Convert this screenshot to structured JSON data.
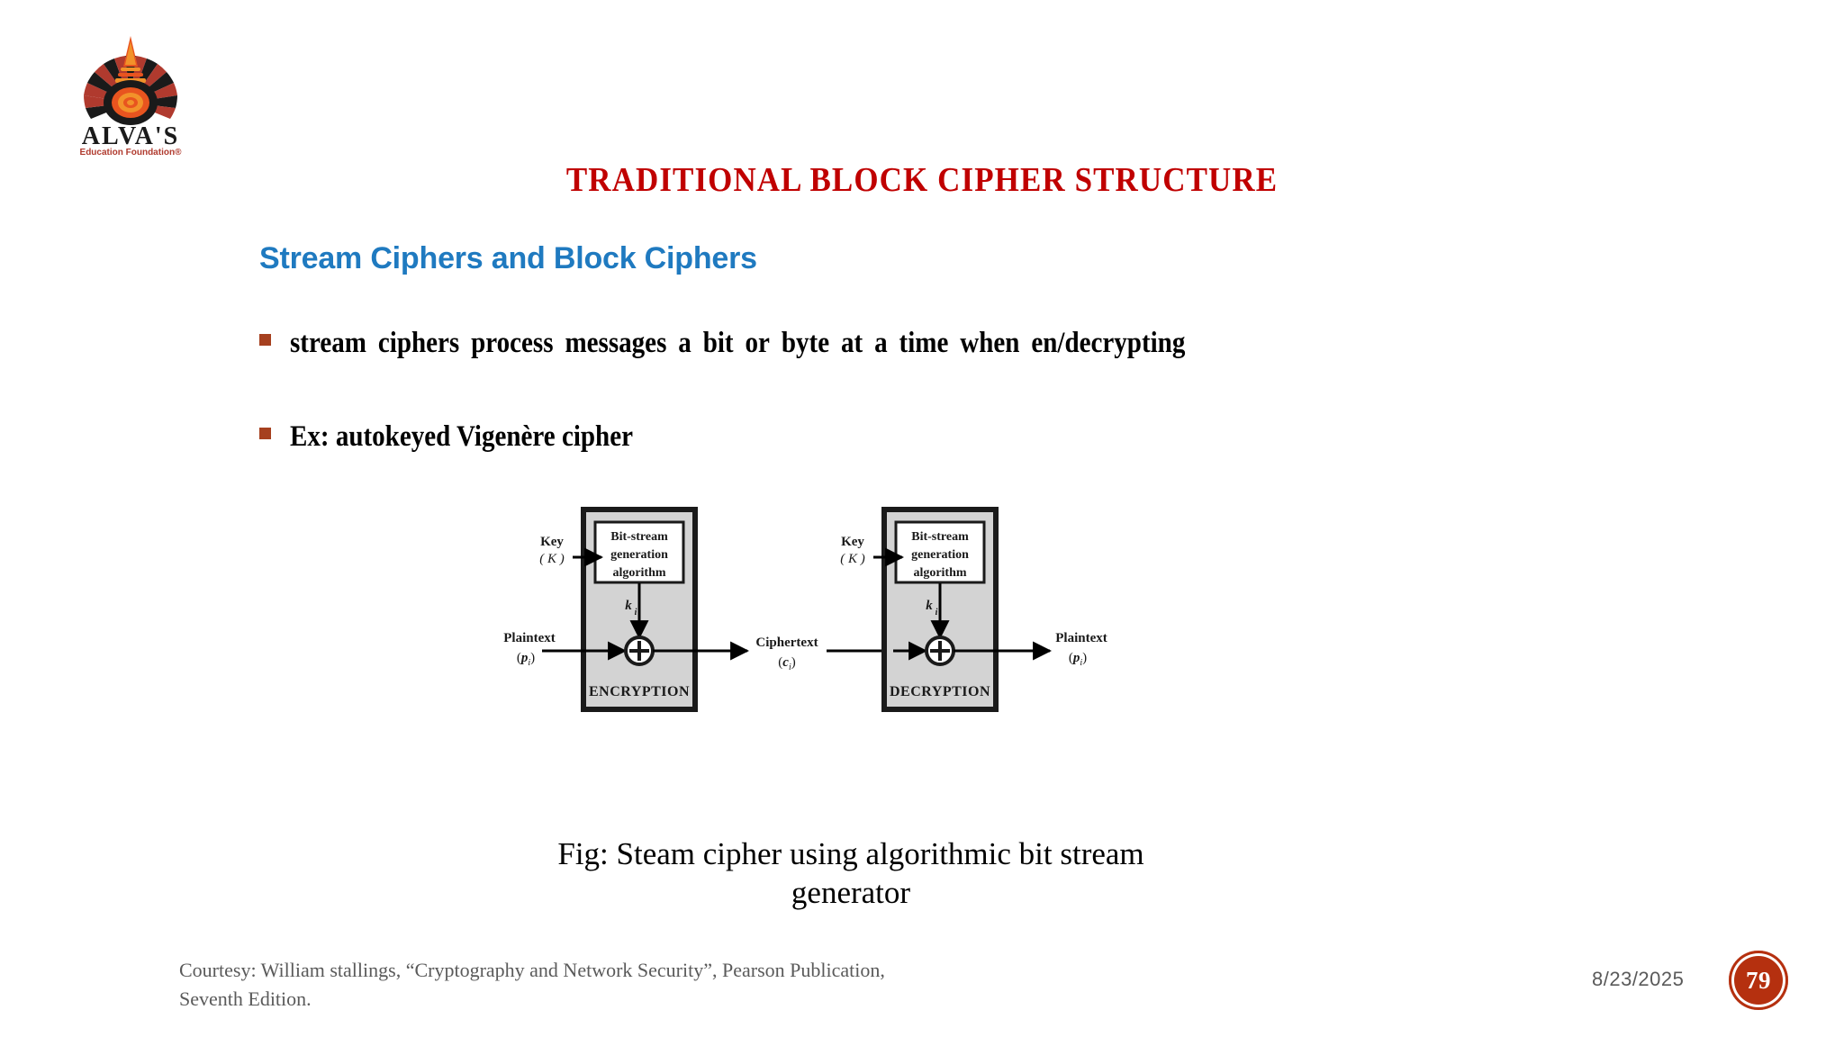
{
  "logo": {
    "name": "alvas-education-foundation-logo",
    "word": "ALVA'S",
    "tagline": "Education Foundation®",
    "colors": {
      "flame_orange": "#f2922a",
      "deep_red": "#b03a2e",
      "dark": "#1a1a1a",
      "word_color": "#1a1a1a",
      "tagline_color": "#b03a2e"
    }
  },
  "title": {
    "text": "TRADITIONAL BLOCK CIPHER STRUCTURE",
    "color": "#c00000"
  },
  "subheading": {
    "text": "Stream Ciphers and Block Ciphers",
    "color": "#1f7ac0"
  },
  "bullets": [
    {
      "marker_color": "#a6401f",
      "text": "stream ciphers process messages a bit or byte at a time when en/decrypting",
      "words": [
        "stream",
        "ciphers",
        "process",
        "messages",
        "a",
        "bit",
        "or",
        "byte",
        "at",
        "a",
        "time",
        "when",
        "en/decrypting"
      ]
    },
    {
      "marker_color": "#a6401f",
      "text": "Ex: autokeyed Vigenère cipher"
    }
  ],
  "figure": {
    "caption_line_1": "Fig: Steam cipher using algorithmic bit stream",
    "caption_line_2": "generator",
    "panel_fill": "#d3d3d3",
    "border_color": "#1a1a1a",
    "encryption": {
      "panel_label": "ENCRYPTION",
      "algorithm_box_lines": [
        "Bit-stream",
        "generation",
        "algorithm"
      ],
      "key_label_line_1": "Key",
      "key_label_line_2": "( K )",
      "keystream_label": "k",
      "keystream_sub": "i",
      "input_label_line_1": "Plaintext",
      "input_label_line_2_main": "p",
      "input_label_line_2_sub": "i"
    },
    "middle": {
      "label_line_1": "Ciphertext",
      "label_line_2_main": "c",
      "label_line_2_sub": "i"
    },
    "decryption": {
      "panel_label": "DECRYPTION",
      "algorithm_box_lines": [
        "Bit-stream",
        "generation",
        "algorithm"
      ],
      "key_label_line_1": "Key",
      "key_label_line_2": "( K )",
      "keystream_label": "k",
      "keystream_sub": "i",
      "output_label_line_1": "Plaintext",
      "output_label_line_2_main": "p",
      "output_label_line_2_sub": "i"
    },
    "xor_symbol": "+"
  },
  "footer": {
    "courtesy_line_1": "Courtesy: William stallings, “Cryptography and Network Security”, Pearson Publication,",
    "courtesy_line_2": "Seventh Edition.",
    "date": "8/23/2025",
    "page_number": "79",
    "badge_color": "#b5300f"
  }
}
